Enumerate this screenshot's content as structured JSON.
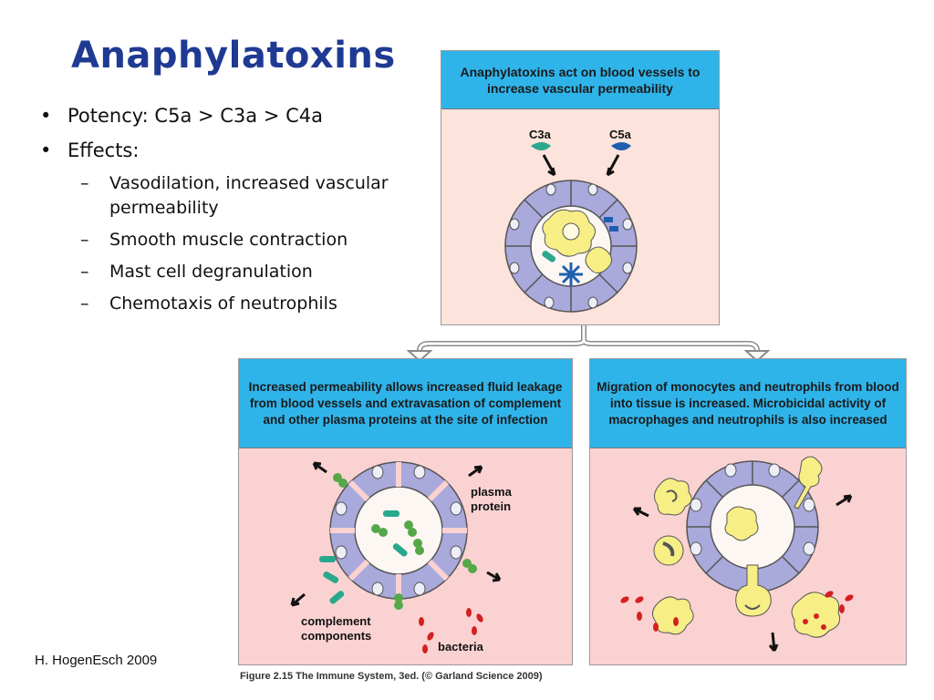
{
  "slide": {
    "title": "Anaphylatoxins",
    "bullets": [
      {
        "text": "Potency: C5a > C3a > C4a"
      },
      {
        "text": "Effects:"
      }
    ],
    "sub_bullets": [
      {
        "text": "Vasodilation, increased vascular permeability"
      },
      {
        "text": "Smooth muscle contraction"
      },
      {
        "text": "Mast cell degranulation"
      },
      {
        "text": "Chemotaxis of neutrophils"
      }
    ],
    "credit": "H. HogenEsch 2009"
  },
  "figure": {
    "caption": "Figure 2.15 The Immune System, 3ed. (© Garland Science 2009)",
    "top_panel": {
      "heading": "Anaphylatoxins act on blood vessels to increase vascular permeability",
      "label_c3a": "C3a",
      "label_c5a": "C5a",
      "color_c3a": "#2aa88e",
      "color_c5a": "#1f5fb0"
    },
    "left_panel": {
      "heading": "Increased permeability allows increased fluid leakage from blood vessels and extravasation of complement and other plasma proteins at the site of infection",
      "label_plasma_line1": "plasma",
      "label_plasma_line2": "protein",
      "label_complement_line1": "complement",
      "label_complement_line2": "components",
      "label_bacteria": "bacteria"
    },
    "right_panel": {
      "heading": "Migration of monocytes and neutrophils from blood into tissue is increased. Microbicidal activity of macrophages and neutrophils is also increased"
    },
    "colors": {
      "header_blue": "#2fb4ea",
      "panel_pink": "#fbd2d2",
      "vessel_cell": "#a9a9dc",
      "cell_yellow": "#f7ee86",
      "bacteria_red": "#d42020"
    }
  }
}
